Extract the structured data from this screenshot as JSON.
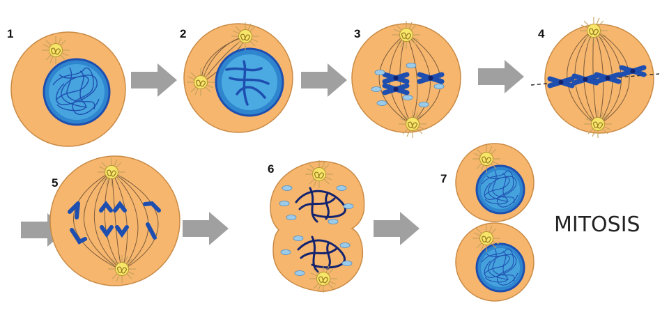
{
  "title": "MITOSIS",
  "stages": [
    {
      "number": "1"
    },
    {
      "number": "2"
    },
    {
      "number": "3"
    },
    {
      "number": "4"
    },
    {
      "number": "5"
    },
    {
      "number": "6"
    },
    {
      "number": "7"
    }
  ],
  "colors": {
    "cell_fill": "#F6B66E",
    "cell_stroke": "#C98A45",
    "nucleus_fill": "#2F86CF",
    "nucleus_light": "#5BBDEB",
    "chromosome": "#1E4FB0",
    "chromosome_dark": "#13236E",
    "centrosome": "#F7E66A",
    "spindle": "#7A5A3A",
    "fragment": "#9CCBEA",
    "arrow": "#A0A0A0"
  },
  "icons": [
    "centrosome-icon",
    "arrow-right-icon",
    "chromosome-icon",
    "nuclear-envelope-fragment-icon"
  ]
}
